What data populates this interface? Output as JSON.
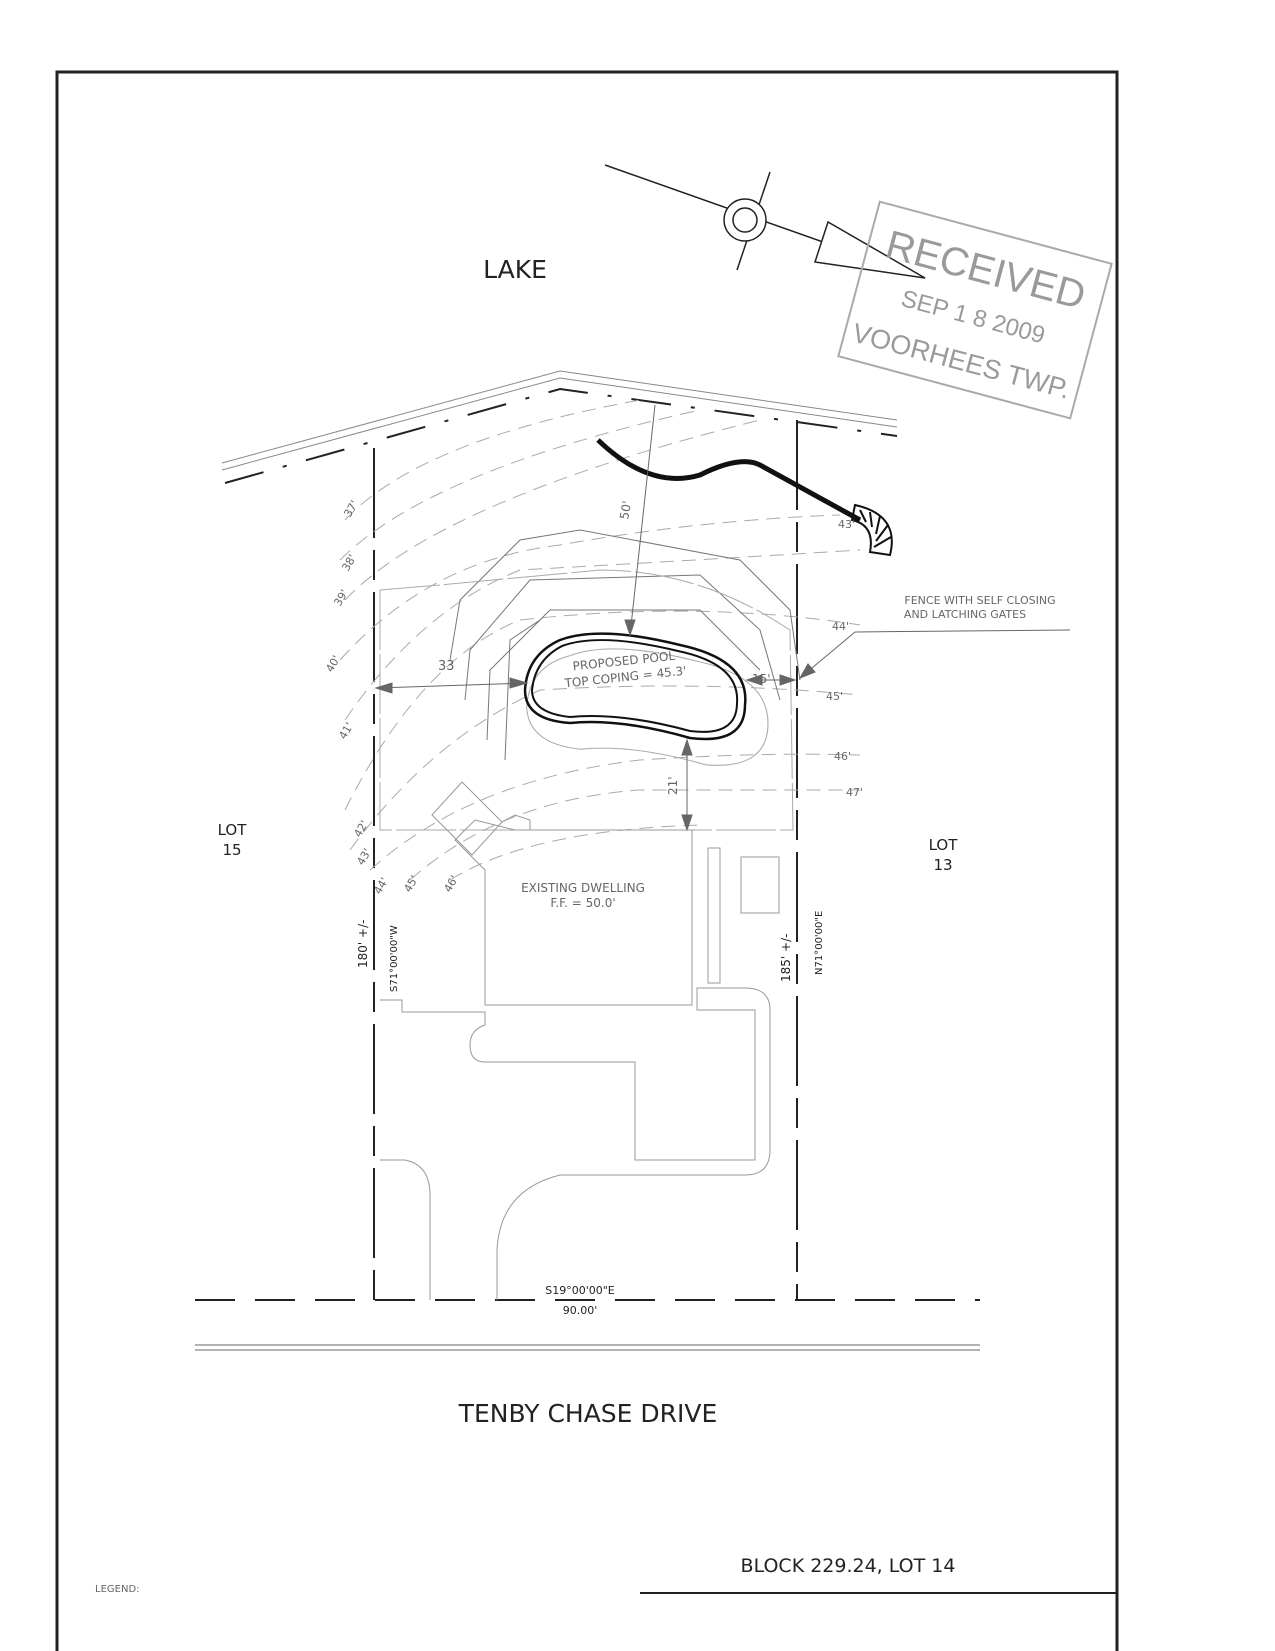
{
  "labels": {
    "lake": "LAKE",
    "lot_left": [
      "LOT",
      "15"
    ],
    "lot_right": [
      "LOT",
      "13"
    ],
    "street": "TENBY CHASE DRIVE",
    "block_lot": "BLOCK 229.24, LOT 14",
    "legend": "LEGEND:"
  },
  "stamp": {
    "line1": "RECEIVED",
    "line2": "SEP 1 8 2009",
    "line3": "VOORHEES TWP."
  },
  "pool": {
    "line1": "PROPOSED POOL",
    "line2": "TOP COPING = 45.3'"
  },
  "dwelling": {
    "line1": "EXISTING DWELLING",
    "line2": "F.F. = 50.0'"
  },
  "fence_note": [
    "FENCE WITH SELF CLOSING",
    "AND LATCHING GATES"
  ],
  "dimensions": {
    "to_lake": "50'",
    "left_setback": "33",
    "right_setback": "15'",
    "to_house": "21'"
  },
  "boundaries": {
    "left_length": "180' +/-",
    "left_bearing": "S71°00'00\"W",
    "right_length": "185' +/-",
    "right_bearing": "N71°00'00\"E",
    "front_bearing": "S19°00'00\"E",
    "front_length": "90.00'"
  },
  "contours_left": [
    "37'",
    "38'",
    "39'",
    "40'",
    "41'",
    "42'",
    "43'",
    "44'",
    "45'",
    "46'"
  ],
  "contours_right": [
    "43'",
    "44'",
    "45'",
    "46'",
    "47'"
  ]
}
